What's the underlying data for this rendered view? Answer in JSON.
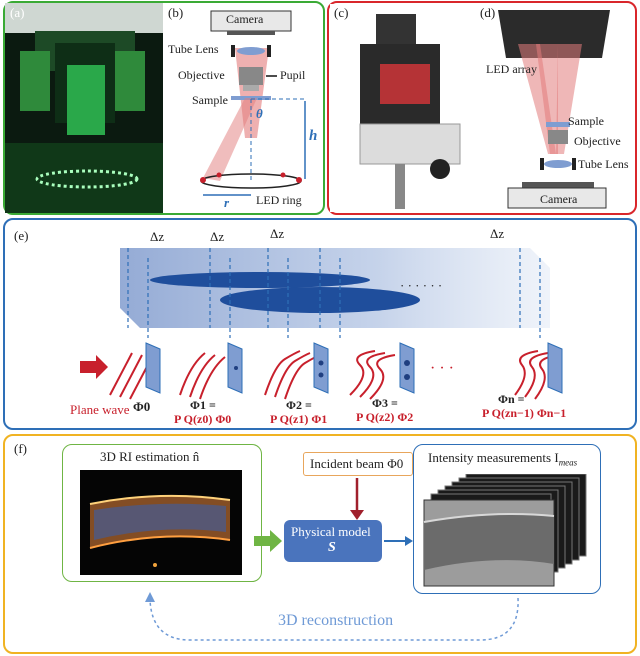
{
  "panels": {
    "a": {
      "label": "(a)"
    },
    "b": {
      "label": "(b)",
      "camera": "Camera",
      "tube_lens": "Tube Lens",
      "objective": "Objective",
      "pupil": "Pupil",
      "sample": "Sample",
      "theta": "θ",
      "h": "h",
      "r": "r",
      "led_ring": "LED ring"
    },
    "c": {
      "label": "(c)"
    },
    "d": {
      "label": "(d)",
      "led_array": "LED array",
      "sample": "Sample",
      "objective": "Objective",
      "tube_lens": "Tube Lens",
      "camera": "Camera"
    },
    "e": {
      "label": "(e)",
      "dz": "Δz",
      "dots": "· · · · · ·",
      "plane_wave": "Plane wave",
      "ellipsis": "· · ·",
      "phi0": "Φ0",
      "eq1_top": "Φ1 =",
      "eq1_bot": "P Q(z0) Φ0",
      "eq2_top": "Φ2 =",
      "eq2_bot": "P Q(z1) Φ1",
      "eq3_top": "Φ3 =",
      "eq3_bot": "P Q(z2) Φ2",
      "eqn_top": "Φn =",
      "eqn_bot": "P Q(zn−1) Φn−1"
    },
    "f": {
      "label": "(f)",
      "ri_title": "3D RI estimation n̂",
      "incident": "Incident beam Φ0",
      "model_line1": "Physical model",
      "model_line2": "S",
      "intensity_title": "Intensity measurements I",
      "intensity_sub": "meas",
      "recon": "3D reconstruction"
    }
  },
  "colors": {
    "a_border": "#3aaa35",
    "c_border": "#d9262b",
    "e_border": "#2e6fb7",
    "f_border": "#f0b323",
    "red": "#c8202c",
    "blue": "#2e6fb7",
    "green": "#6fb544"
  }
}
